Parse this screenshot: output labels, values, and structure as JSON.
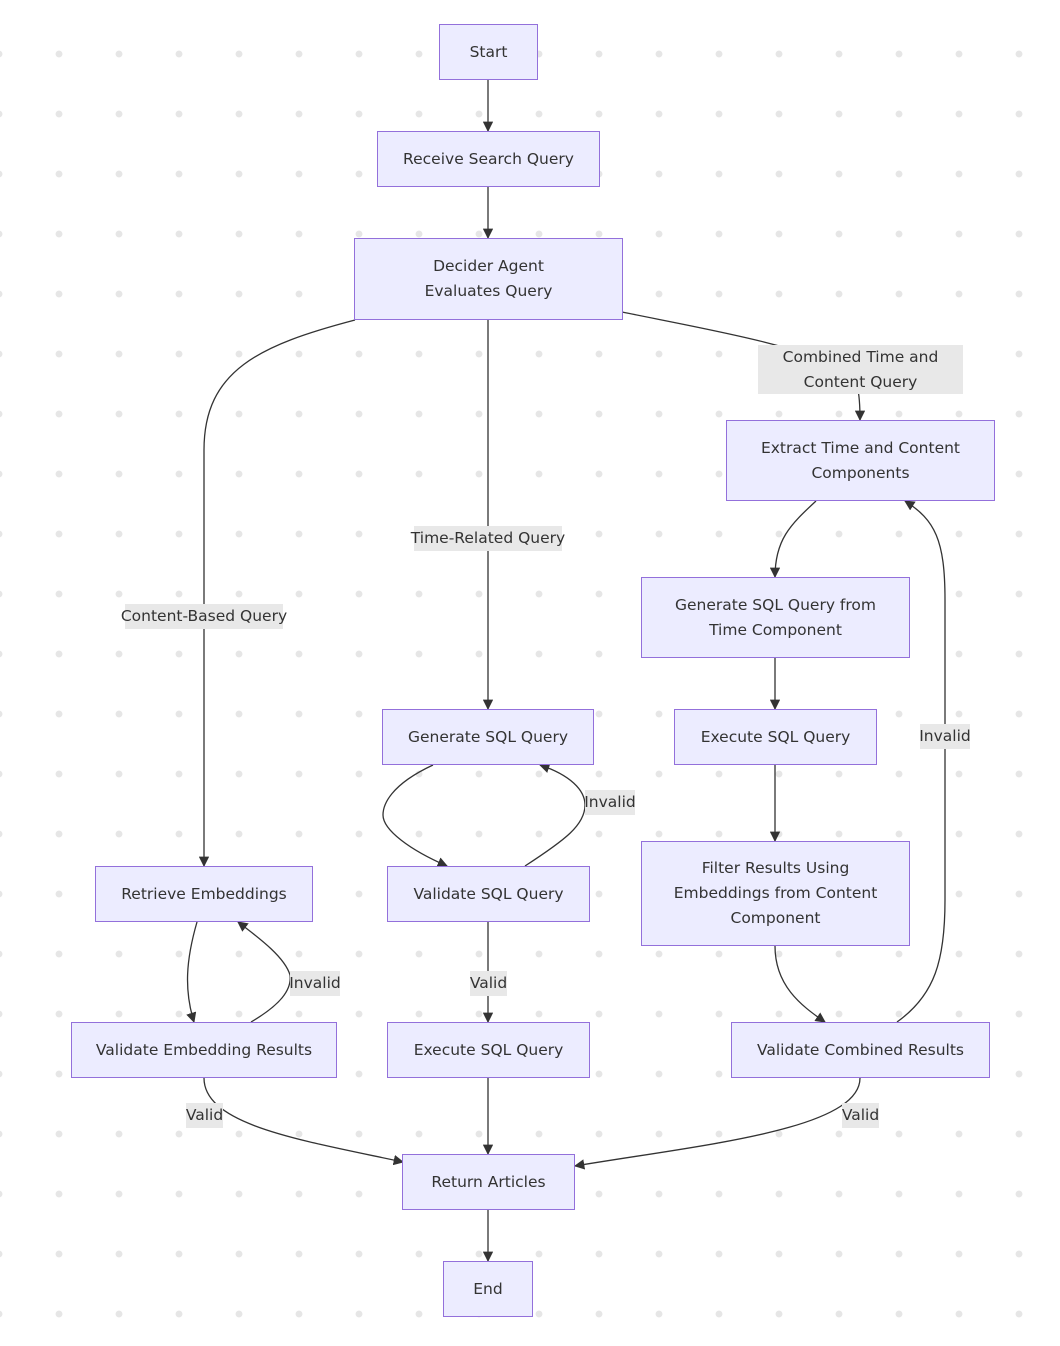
{
  "colors": {
    "node_fill": "#ECECFF",
    "node_border": "#9370DB",
    "edge": "#333333",
    "edge_label_bg": "#E8E8E8",
    "text": "#333333"
  },
  "nodes": {
    "start": "Start",
    "receive": "Receive Search Query",
    "decider": "Decider Agent Evaluates Query",
    "extract": "Extract Time and Content Components",
    "gen_sql_time": "Generate SQL Query from Time Component",
    "gen_sql": "Generate SQL Query",
    "exec_sql_combined": "Execute SQL Query",
    "retrieve": "Retrieve Embeddings",
    "validate_sql": "Validate SQL Query",
    "filter": "Filter Results Using Embeddings from Content Component",
    "validate_emb": "Validate Embedding Results",
    "exec_sql": "Execute SQL Query",
    "validate_combined": "Validate Combined Results",
    "return": "Return Articles",
    "end": "End"
  },
  "edge_labels": {
    "combined": "Combined Time and Content Query",
    "time_related": "Time-Related Query",
    "content_based": "Content-Based Query",
    "sql_invalid": "Invalid",
    "combined_invalid": "Invalid",
    "emb_invalid": "Invalid",
    "sql_valid": "Valid",
    "emb_valid": "Valid",
    "combined_valid": "Valid"
  }
}
